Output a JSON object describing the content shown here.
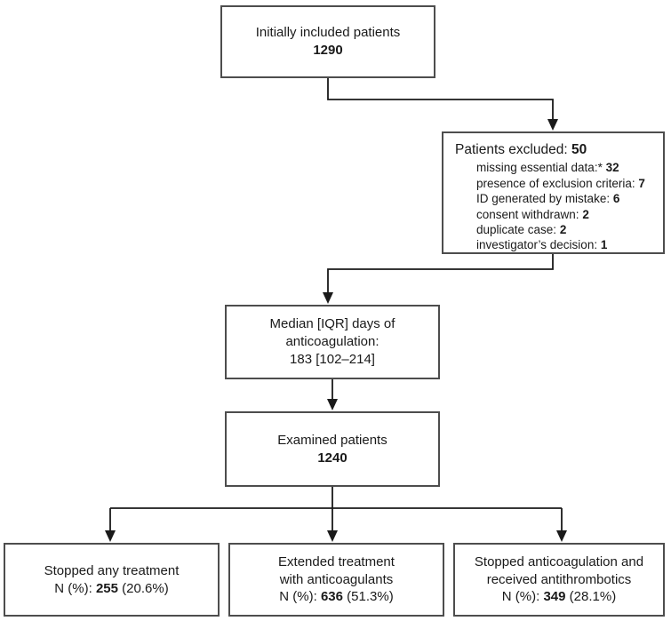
{
  "diagram": {
    "colors": {
      "border": "#4d4d4d",
      "line": "#1a1a1a",
      "text": "#1a1a1a",
      "background": "#ffffff"
    },
    "boxes": {
      "initial": {
        "line1": "Initially included patients",
        "value": "1290"
      },
      "excluded": {
        "title_label": "Patients excluded: ",
        "title_value": "50",
        "items": [
          {
            "label": "missing essential data:* ",
            "value": "32"
          },
          {
            "label": "presence of exclusion criteria: ",
            "value": "7"
          },
          {
            "label": "ID generated by mistake: ",
            "value": "6"
          },
          {
            "label": "consent withdrawn: ",
            "value": "2"
          },
          {
            "label": "duplicate case: ",
            "value": "2"
          },
          {
            "label": "investigator’s decision: ",
            "value": "1"
          }
        ]
      },
      "median": {
        "text": "Median [IQR] days of\nanticoagulation:\n183 [102–214]"
      },
      "examined": {
        "line1": "Examined patients",
        "value": "1240"
      },
      "stopped_any": {
        "line1": "Stopped any treatment",
        "n_prefix": "N (%): ",
        "n_value": "255",
        "n_suffix": " (20.6%)"
      },
      "extended": {
        "line1": "Extended treatment",
        "line2": "with anticoagulants",
        "n_prefix": "N (%): ",
        "n_value": "636",
        "n_suffix": " (51.3%)"
      },
      "stopped_anticoag": {
        "line1": "Stopped anticoagulation and",
        "line2": "received antithrombotics",
        "n_prefix": "N (%): ",
        "n_value": "349",
        "n_suffix": " (28.1%)"
      }
    }
  }
}
